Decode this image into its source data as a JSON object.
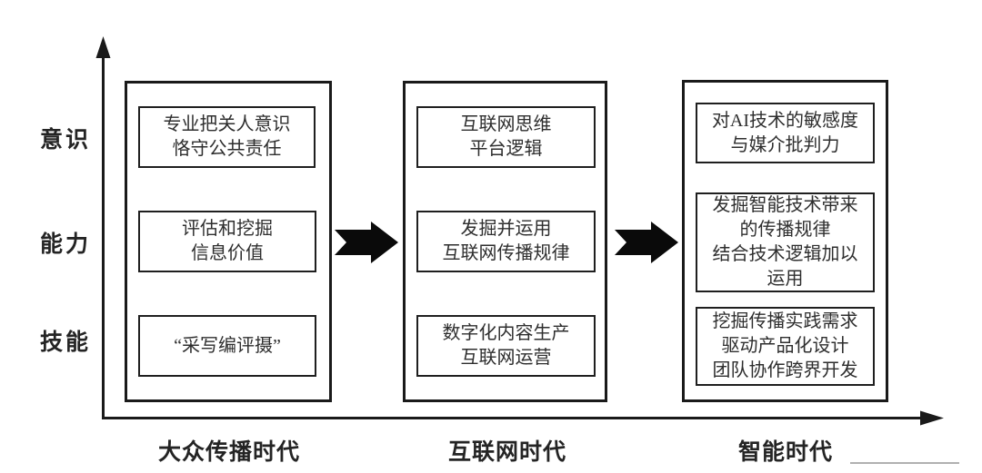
{
  "diagram": {
    "row_labels": [
      "意识",
      "能力",
      "技能"
    ],
    "eras": [
      {
        "label": "大众传播时代",
        "boxes": [
          {
            "text": "专业把关人意识\n恪守公共责任"
          },
          {
            "text": "评估和挖掘\n信息价值"
          },
          {
            "text": "“采写编评摄”"
          }
        ]
      },
      {
        "label": "互联网时代",
        "boxes": [
          {
            "text": "互联网思维\n平台逻辑"
          },
          {
            "text": "发掘并运用\n互联网传播规律"
          },
          {
            "text": "数字化内容生产\n互联网运营"
          }
        ]
      },
      {
        "label": "智能时代",
        "boxes": [
          {
            "text": "对AI技术的敏感度\n与媒介批判力"
          },
          {
            "text": "发掘智能技术带来\n的传播规律\n结合技术逻辑加以\n运用"
          },
          {
            "text": "挖掘传播实践需求\n驱动产品化设计\n团队协作跨界开发"
          }
        ]
      }
    ],
    "icons": {
      "vertical_axis": "up-arrow-axis",
      "horizontal_axis": "right-arrow-axis",
      "flow_arrows": "right-block-arrow"
    },
    "colors": {
      "line": "#1a1a1a",
      "text": "#2e2e2e",
      "background": "#ffffff",
      "watermark_line": "#b0b0b0"
    }
  }
}
